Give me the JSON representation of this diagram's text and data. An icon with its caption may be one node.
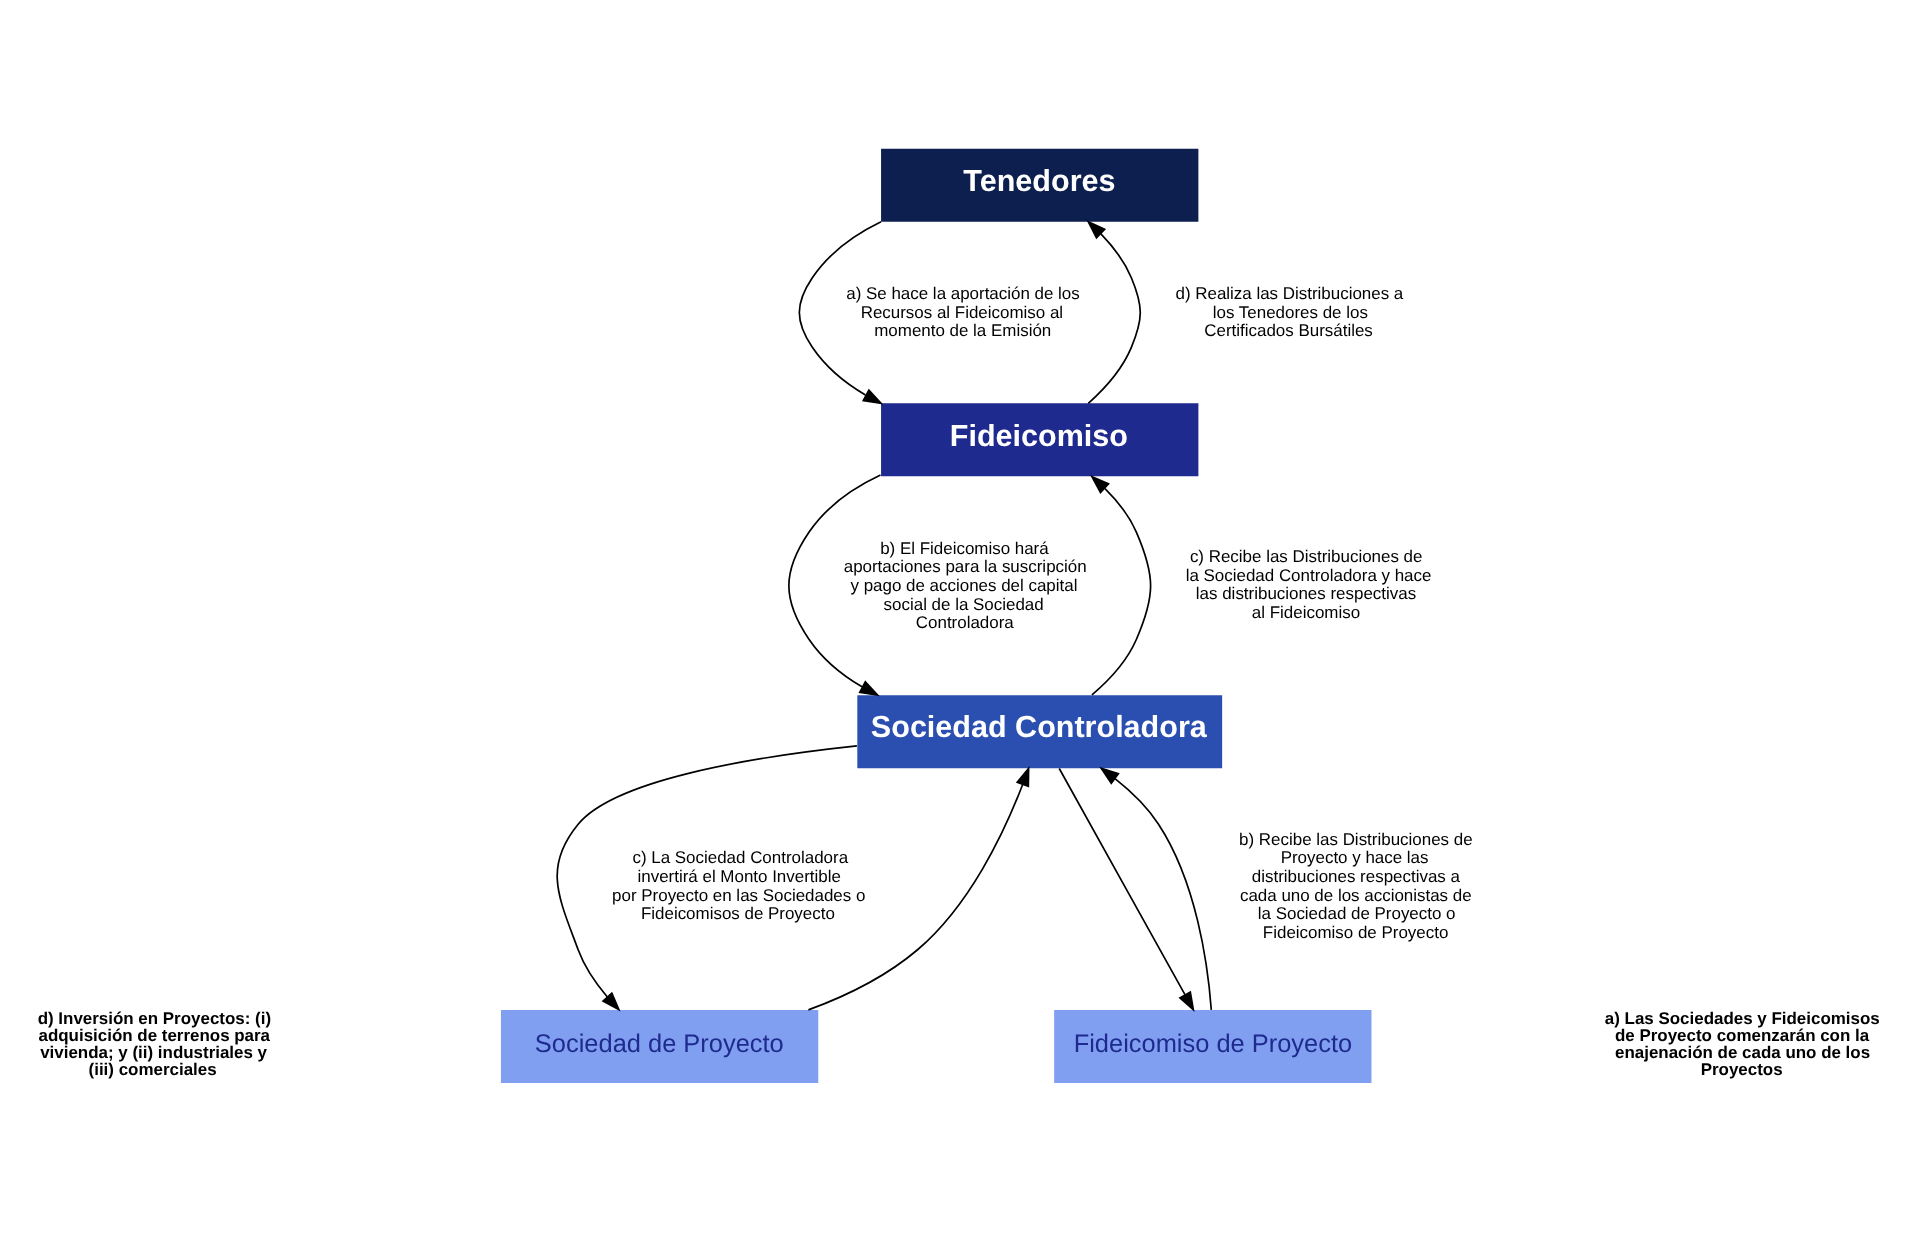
{
  "diagram": {
    "nodes": [
      {
        "text": [
          "Tenedores"
        ]
      },
      {
        "text": [
          "Fideicomiso"
        ]
      },
      {
        "text": [
          "Sociedad Controladora"
        ]
      },
      {
        "text": [
          "Sociedad de Proyecto"
        ]
      },
      {
        "text": [
          "Fideicomiso de Proyecto"
        ]
      }
    ],
    "edges": [
      {
        "from": 0,
        "to": 1,
        "arrow": "to",
        "label": "a) Se hace la aportación de los Recursos al Fideicomiso al momento de la Emisión"
      },
      {
        "from": 1,
        "to": 0,
        "arrow": "to",
        "label": "d) Realiza las Distribuciones a los Tenedores de los Certificados Bursátiles"
      },
      {
        "from": 1,
        "to": 2,
        "arrow": "to",
        "label": "b) El Fideicomiso hará aportaciones para la suscripción y pago de acciones del capital social de la Sociedad Controladora"
      },
      {
        "from": 2,
        "to": 1,
        "arrow": "to",
        "label": "c) Recibe las Distribuciones de la Sociedad Controladora y hace las distribuciones respectivas al Fideicomiso"
      },
      {
        "from": 2,
        "to": 3,
        "arrow": "to",
        "label": "c) La Sociedad Controladora invertirá el Monto Invertible por Proyecto en las Sociedades o Fideicomisos de Proyecto"
      },
      {
        "from": 2,
        "to": 4,
        "arrow": "to"
      },
      {
        "from": 3,
        "to": 2,
        "arrow": "to"
      },
      {
        "from": 4,
        "to": 2,
        "arrow": "to",
        "label": "b) Recibe las Distribuciones de Proyecto y hace las distribuciones respectivas a cada uno de los accionistas de la Sociedad de Proyecto o Fideicomiso de Proyecto"
      }
    ],
    "labels": [
      "d) Inversión en Proyectos: (i) adquisición de terrenos para vivienda; y (ii) industriales y (iii) comerciales",
      "a) Las Sociedades y Fideicomisos de Proyecto comenzarán con la enajenación de cada uno de los Proyectos"
    ]
  }
}
